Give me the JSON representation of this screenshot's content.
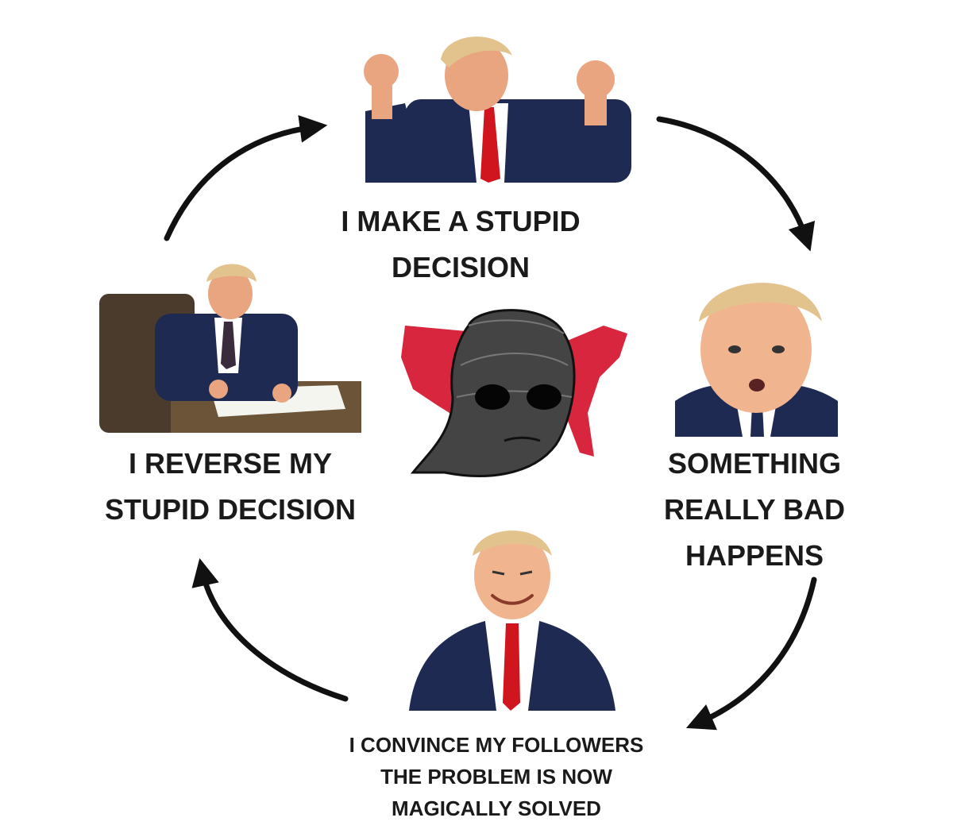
{
  "steps": {
    "top": "I MAKE A STUPID\nDECISION",
    "right": "SOMETHING\nREALLY BAD\nHAPPENS",
    "bottom": "I CONVINCE MY FOLLOWERS\nTHE PROBLEM IS NOW\nMAGICALLY SOLVED",
    "left": "I REVERSE MY\nSTUPID DECISION"
  },
  "colors": {
    "arrow": "#111111",
    "map": "#d7263d",
    "suit": "#1f2a52",
    "tie": "#d0151f",
    "hair": "#e2c38d",
    "skin": "#e8a580"
  }
}
